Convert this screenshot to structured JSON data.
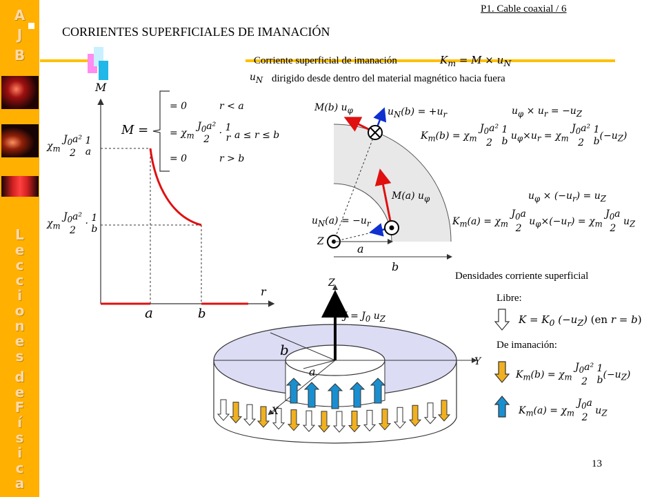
{
  "header": {
    "crumb": "P1. Cable coaxial / 6",
    "title": "CORRIENTES SUPERFICIALES DE IMANACIÓN"
  },
  "sidebar": {
    "top_letters": [
      "A",
      "J",
      "B"
    ],
    "vertical_title": [
      "L",
      "e",
      "c",
      "c",
      "i",
      "o",
      "n",
      "e",
      "s",
      "d",
      "e",
      "F",
      "í",
      "s",
      "i",
      "c",
      "a"
    ]
  },
  "intro": {
    "line1": "Corriente superficial de imanación",
    "line2": "dirigido desde dentro del material magnético hacia fuera"
  },
  "graph": {
    "ylabel": "M",
    "xlabel": "r",
    "tick_a": "a",
    "tick_b": "b",
    "ytick_top": "χm J0a²/2 · 1/a",
    "ytick_bottom": "χm J0a²/2 · 1/b",
    "piecewise": {
      "lhs": "M =",
      "cases": [
        [
          "= 0",
          "r < a"
        ],
        [
          "= χm J0a²/2 · 1/r",
          "a ≤ r ≤ b"
        ],
        [
          "= 0",
          "r > b"
        ]
      ]
    }
  },
  "section_diagram": {
    "labels": {
      "M_b": "M(b) uφ",
      "M_a": "M(a) uφ",
      "uN_b": "uN(b) = +ur",
      "uN_a": "uN(a) = −ur",
      "Z": "Z",
      "a": "a",
      "b": "b"
    },
    "eq1": "uφ × ur = −uZ",
    "eq2": "Km(b) = χm J0a²/2 · 1/b uφ × ur = χm J0a²/2 · 1/b (−uZ)",
    "eq3": "uφ × (−ur) = uZ",
    "eq4": "Km(a) = χm J0a/2 uφ × (−ur) = χm J0a/2 uZ"
  },
  "densities": {
    "title": "Densidades corriente superficial",
    "free_label": "Libre:",
    "free_eq": "K = K0 (−uZ) (en r = b)",
    "mag_label": "De imanación:",
    "mag_eq_b": "Km(b) = χm J0a²/2 · 1/b (−uZ)",
    "mag_eq_a": "Km(a) = χm J0a/2 uZ"
  },
  "cylinder": {
    "Z": "Z",
    "Y": "Y",
    "X": "X",
    "a": "a",
    "b": "b",
    "J": "J = J0 uZ"
  },
  "page_number": "13",
  "colors": {
    "sidebar": "#ffb000",
    "curve": "#e01010",
    "arrow_blue": "#1a8fd0",
    "arrow_gold": "#f0b020",
    "region": "#e8e8e8",
    "disk_top": "#dcdcf4"
  }
}
